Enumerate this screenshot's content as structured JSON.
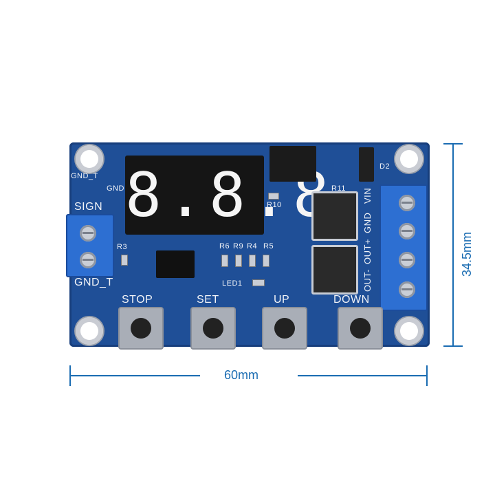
{
  "board": {
    "silkscreen": {
      "gnd_t_top": "GND_T",
      "gnd_small": "GND",
      "sign": "SIGN",
      "gnd_t_bottom": "GND_T",
      "r3": "R3",
      "r10": "R10",
      "r11": "R11",
      "r6": "R6",
      "r9": "R9",
      "r4": "R4",
      "r5": "R5",
      "led1": "LED1",
      "d2": "D2",
      "vin": "VIN",
      "gnd_right": "GND",
      "out_plus": "OUT+",
      "out_minus": "OUT-"
    },
    "display": {
      "digits": "8.8.8."
    },
    "buttons": {
      "stop": "STOP",
      "set": "SET",
      "up": "UP",
      "down": "DOWN"
    }
  },
  "dimensions": {
    "width": "60mm",
    "height": "34.5mm"
  },
  "colors": {
    "pcb": "#1f4f97",
    "terminal": "#2d6fd2",
    "dimension": "#1a6cb2"
  }
}
